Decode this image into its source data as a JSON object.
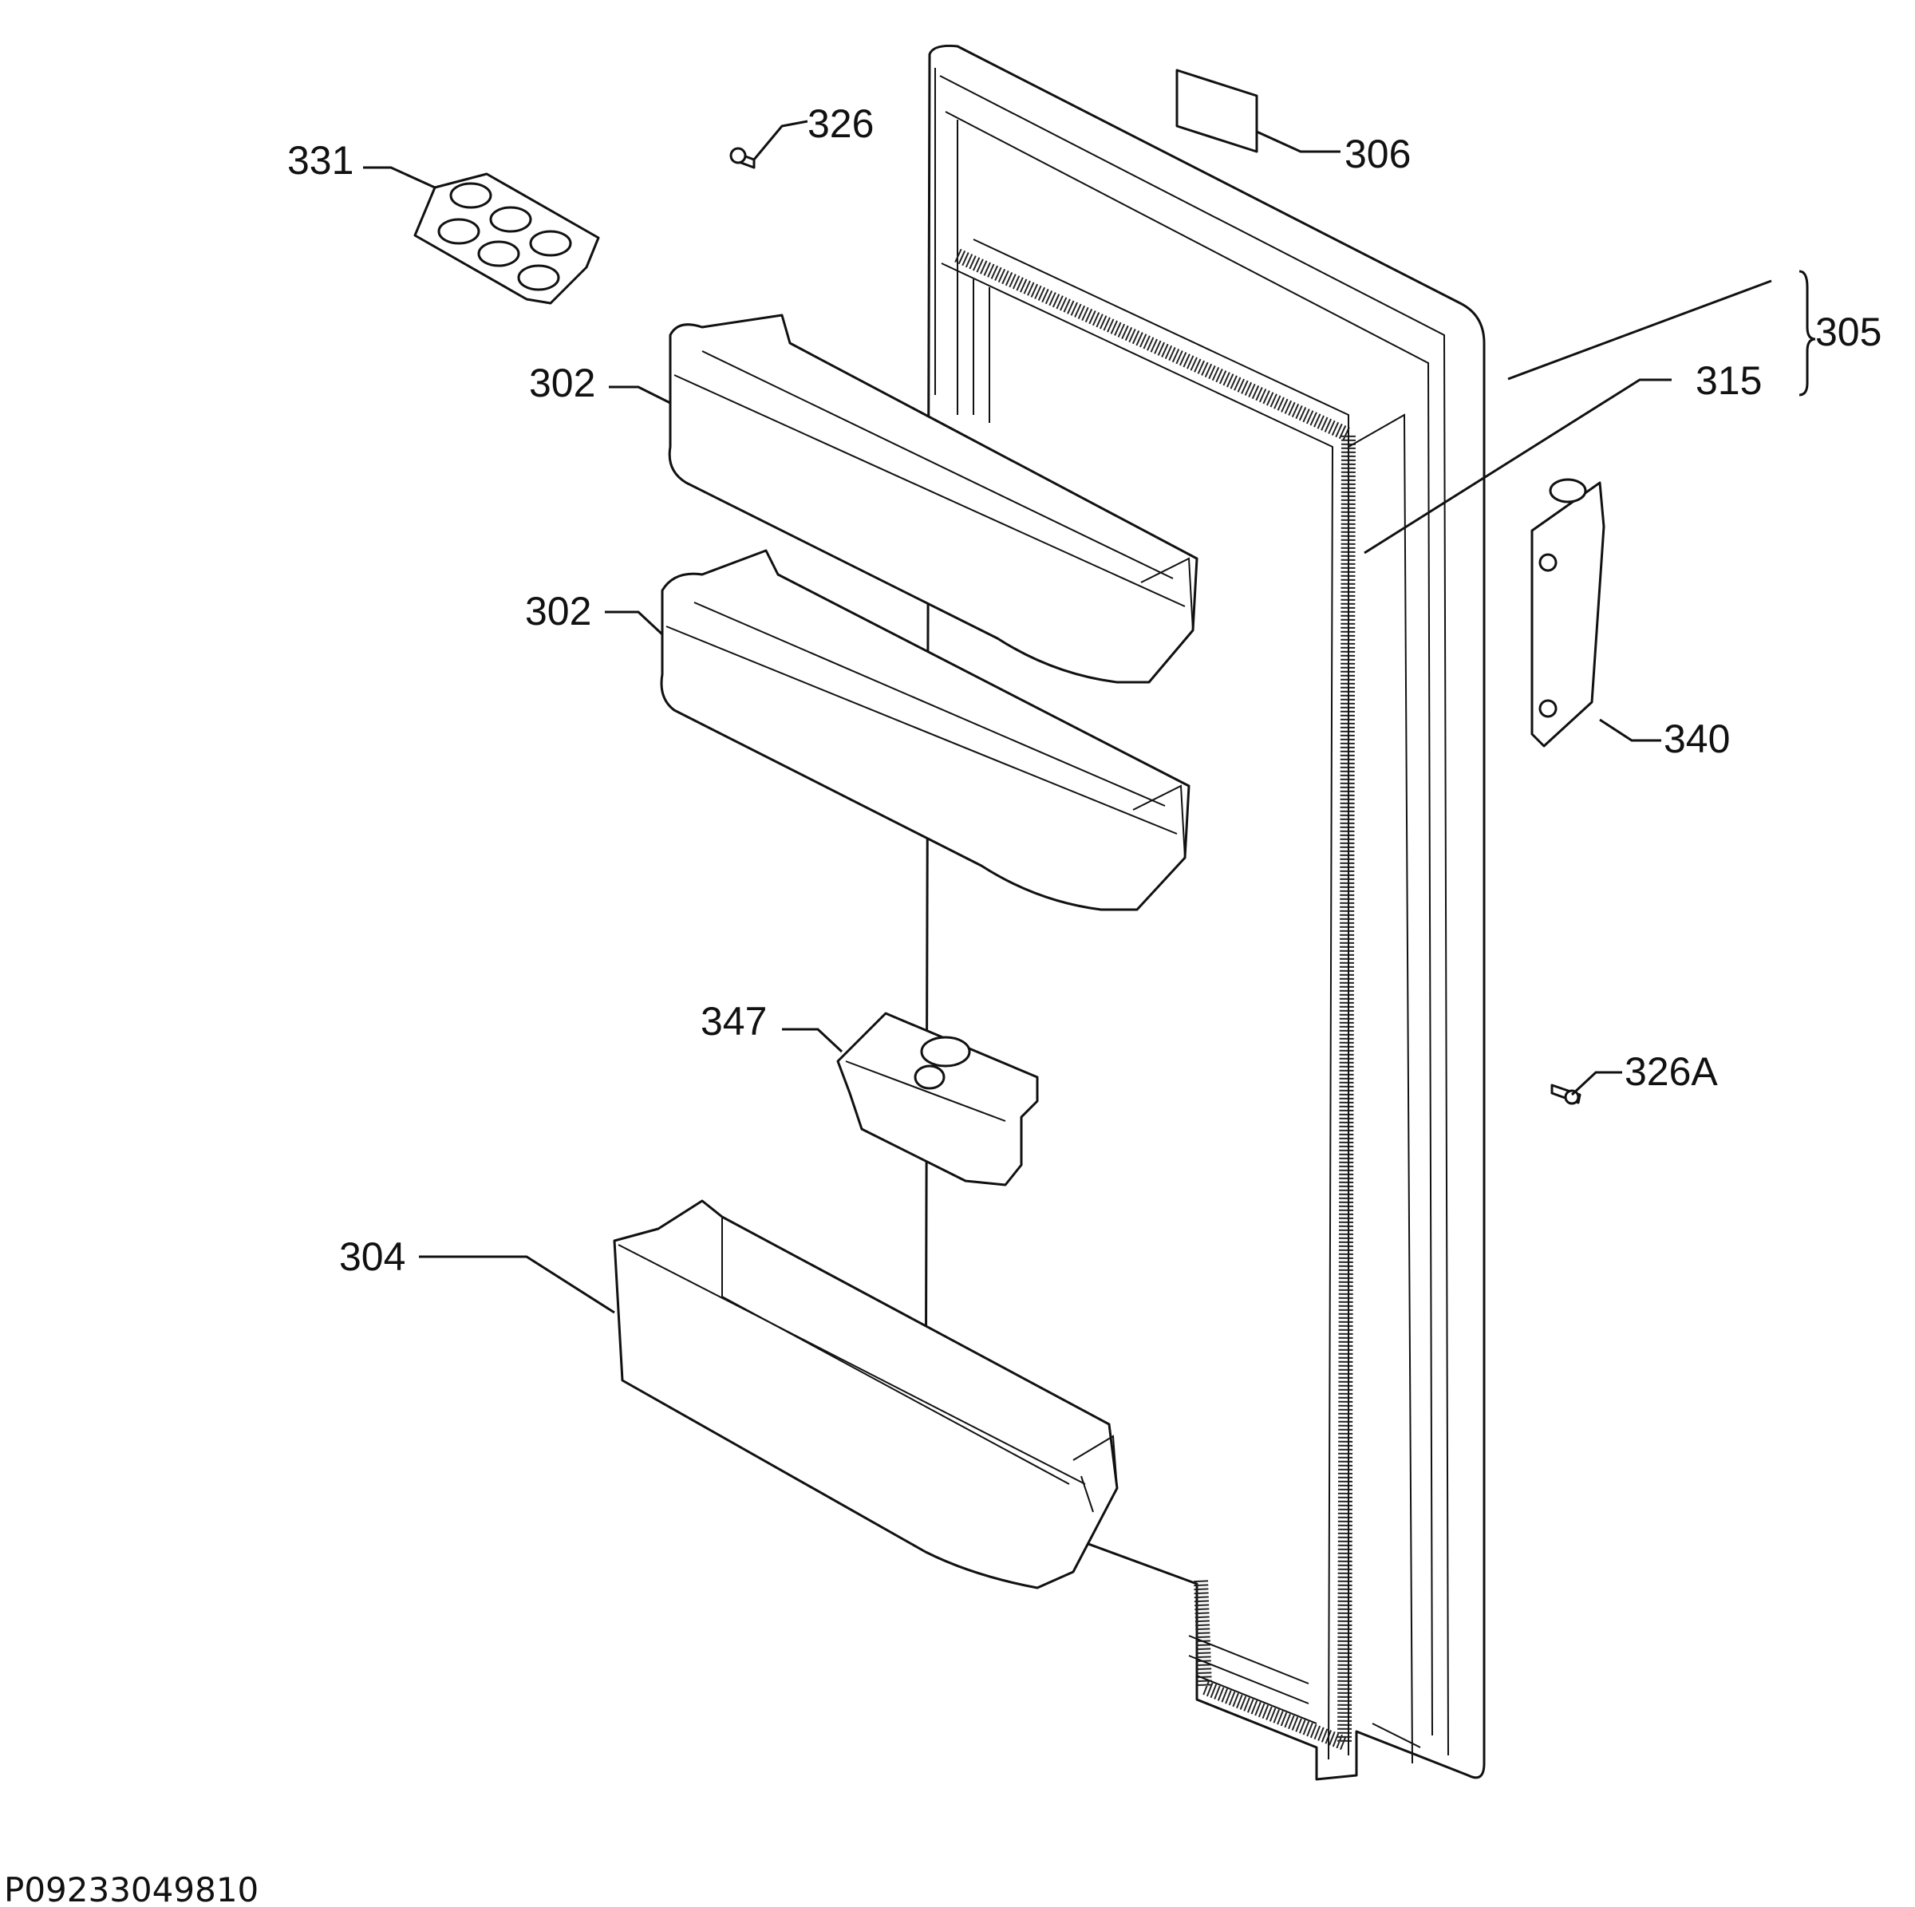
{
  "diagram": {
    "drawing_code": "P09233049810",
    "labels": {
      "l331": "331",
      "l326": "326",
      "l306": "306",
      "l305": "305",
      "l315": "315",
      "l302a": "302",
      "l302b": "302",
      "l340": "340",
      "l347": "347",
      "l326A": "326A",
      "l304": "304"
    }
  }
}
